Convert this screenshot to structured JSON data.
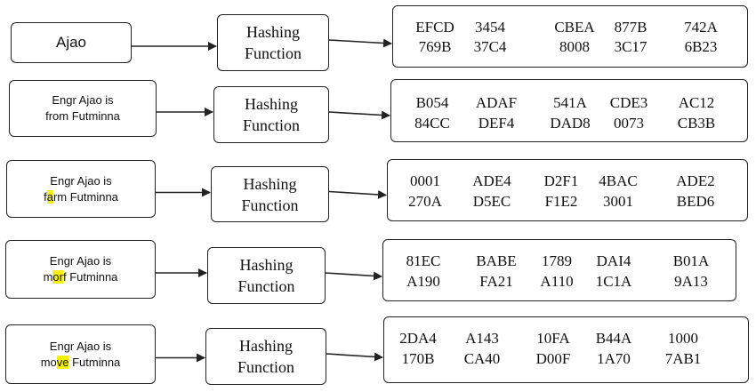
{
  "rows": [
    {
      "input_parts": [
        {
          "text": "Ajao",
          "hl": false
        }
      ],
      "hash_line1": "Hashing",
      "hash_line2": "Function",
      "output_row1": [
        "EFCD",
        "3454",
        "CBEA",
        "877B",
        "742A"
      ],
      "output_row2": [
        "769B",
        "37C4",
        "8008",
        "3C17",
        "6B23"
      ]
    },
    {
      "input_parts": [
        {
          "text": "Engr Ajao is",
          "hl": false
        },
        {
          "text": "\n",
          "hl": false
        },
        {
          "text": "from Futminna",
          "hl": false
        }
      ],
      "hash_line1": "Hashing",
      "hash_line2": "Function",
      "output_row1": [
        "B054",
        "ADAF",
        "541A",
        "CDE3",
        "AC12"
      ],
      "output_row2": [
        "84CC",
        "DEF4",
        "DAD8",
        "0073",
        "CB3B"
      ]
    },
    {
      "input_parts": [
        {
          "text": "Engr Ajao is",
          "hl": false
        },
        {
          "text": "\n",
          "hl": false
        },
        {
          "text": "f",
          "hl": false
        },
        {
          "text": "a",
          "hl": true
        },
        {
          "text": "rm Futminna",
          "hl": false
        }
      ],
      "hash_line1": "Hashing",
      "hash_line2": "Function",
      "output_row1": [
        "0001",
        "ADE4",
        "D2F1",
        "4BAC",
        "ADE2"
      ],
      "output_row2": [
        "270A",
        "D5EC",
        "F1E2",
        "3001",
        "BED6"
      ]
    },
    {
      "input_parts": [
        {
          "text": "Engr Ajao is",
          "hl": false
        },
        {
          "text": "\n",
          "hl": false
        },
        {
          "text": "m",
          "hl": false
        },
        {
          "text": "or",
          "hl": true
        },
        {
          "text": "f Futminna",
          "hl": false
        }
      ],
      "hash_line1": "Hashing",
      "hash_line2": "Function",
      "output_row1": [
        "81EC",
        "BABE",
        "1789",
        "DAI4",
        "B01A"
      ],
      "output_row2": [
        "A190",
        "FA21",
        "A110",
        "1C1A",
        "9A13"
      ]
    },
    {
      "input_parts": [
        {
          "text": "Engr Ajao is",
          "hl": false
        },
        {
          "text": "\n",
          "hl": false
        },
        {
          "text": "mo",
          "hl": false
        },
        {
          "text": "ve",
          "hl": true
        },
        {
          "text": " Futminna",
          "hl": false
        }
      ],
      "hash_line1": "Hashing",
      "hash_line2": "Function",
      "output_row1": [
        "2DA4",
        "A143",
        "10FA",
        "B44A",
        "1000"
      ],
      "output_row2": [
        "170B",
        "CA40",
        "D00F",
        "1A70",
        "7AB1"
      ]
    }
  ],
  "colors": {
    "highlight": "#f5f200",
    "stroke": "#222222"
  }
}
